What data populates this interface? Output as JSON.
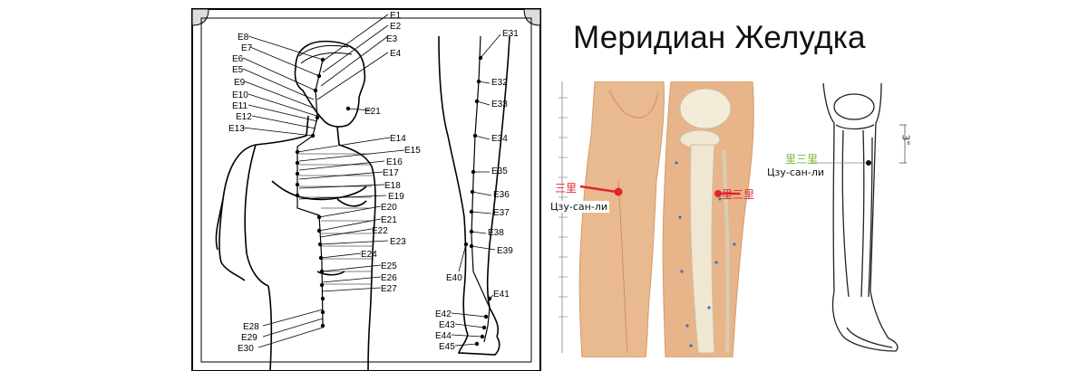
{
  "title": "Меридиан Желудка",
  "left_figure": {
    "face_points": [
      "E8",
      "E7",
      "E6",
      "E5",
      "E9",
      "E10",
      "E11",
      "E12",
      "E13"
    ],
    "face_points_right": [
      "E1",
      "E2",
      "E3",
      "E4",
      "E21"
    ],
    "torso_points": [
      "E14",
      "E15",
      "E16",
      "E17",
      "E18",
      "E19",
      "E20",
      "E21",
      "E22",
      "E23",
      "E24",
      "E25",
      "E26",
      "E27"
    ],
    "lower_points": [
      "E28",
      "E29",
      "E30"
    ],
    "leg_points": [
      "E31",
      "E32",
      "E33",
      "E34",
      "E35",
      "E36",
      "E37",
      "E38",
      "E39",
      "E40",
      "E41",
      "E42",
      "E43",
      "E44",
      "E45"
    ]
  },
  "right_figure": {
    "point_name": "Цзу-сан-ли",
    "point_name_2": "Цзу-сан-ли",
    "chinese_red_left": "三里",
    "chinese_red_right": "里三里",
    "chinese_green": "里三里",
    "measure": "3\""
  },
  "colors": {
    "skin": "#e9b98f",
    "point_red": "#e0262b",
    "point_green": "#7fb33a",
    "line": "#000000"
  }
}
